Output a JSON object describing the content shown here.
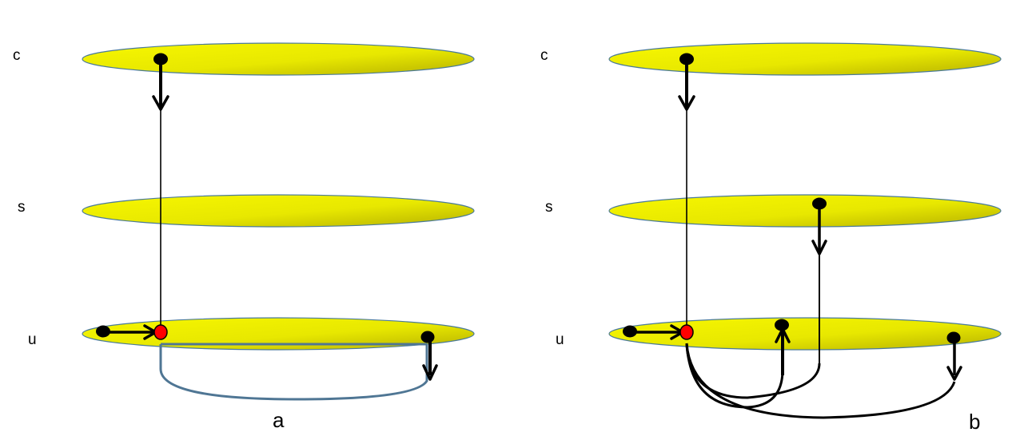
{
  "panels": [
    {
      "caption": "a",
      "levels": [
        {
          "label": "c"
        },
        {
          "label": "s"
        },
        {
          "label": "u"
        }
      ]
    },
    {
      "caption": "b",
      "levels": [
        {
          "label": "c"
        },
        {
          "label": "s"
        },
        {
          "label": "u"
        }
      ]
    }
  ],
  "colors": {
    "ellipse_fill_light": "#f7f700",
    "ellipse_fill_dark": "#b5b000",
    "ellipse_stroke": "#4a7a9a",
    "node": "#000000",
    "highlight_node": "#ff0000",
    "link_a": "#4f7694",
    "link": "#000000"
  }
}
